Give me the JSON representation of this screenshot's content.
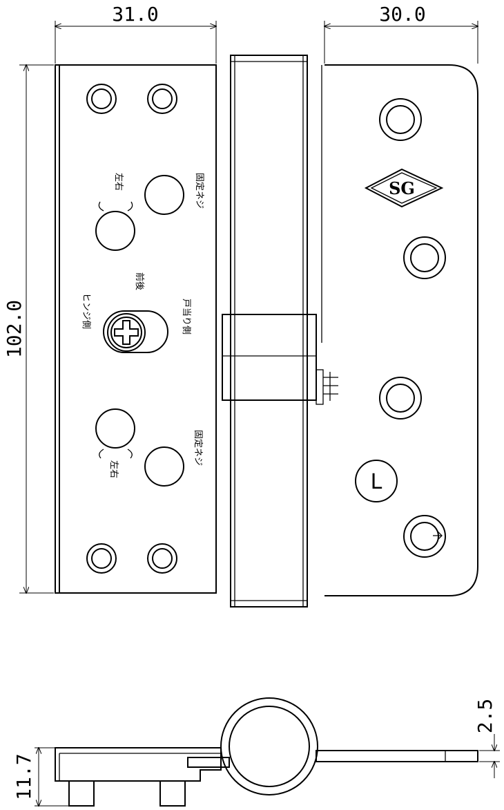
{
  "dimensions": {
    "leaf_width": "31.0",
    "flap_width": "30.0",
    "height": "102.0",
    "thickness": "11.7",
    "plate_thickness": "2.5"
  },
  "labels": {
    "left_right_top": "左右",
    "fixing_screw_top": "固定ネジ",
    "front_back": "前後",
    "hinge_side": "ヒンジ側",
    "door_stop_side": "戸当り側",
    "left_right_bottom": "左右",
    "fixing_screw_bottom": "固定ネジ",
    "brand_mark": "SG",
    "hand_mark": "L"
  }
}
